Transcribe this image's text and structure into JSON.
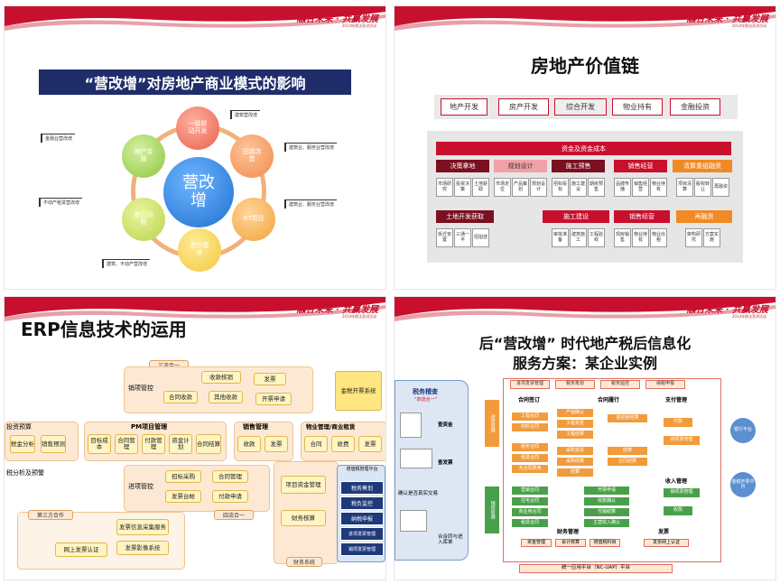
{
  "brand": {
    "name": "融合未来 · 共赢发展",
    "sub": "2014年税法宣讲活动"
  },
  "slide1": {
    "title": "“营改增”对房地产商业模式的影响",
    "center": "营改增",
    "nodes": [
      "一级联动开发",
      "旧城改造",
      "BT项目",
      "合作建房",
      "售后回租",
      "地产金融"
    ],
    "callouts": [
      "建筑营改增",
      "建筑业、服务业营改增",
      "建筑业、服务业营改增",
      "建筑、不动产营改增",
      "不动产租赁营改增",
      "金融业营改增"
    ]
  },
  "slide2": {
    "title": "房地产价值链",
    "pills": [
      "地产开发",
      "房产开发",
      "综合开发",
      "物业持有",
      "金融投资"
    ],
    "header": "资金及资金成本",
    "row1": [
      "决策拿地",
      "规划设计",
      "施工预售",
      "销售经营",
      "清算重组融资"
    ],
    "row1_items": [
      [
        "市场研究",
        "投资决策",
        "土地获取"
      ],
      [
        "市场定位",
        "产品策划",
        "规划设计"
      ],
      [
        "招标投标",
        "施工建设",
        "期房预售"
      ],
      [
        "品牌传播",
        "销售经营",
        "物业持有"
      ],
      [
        "项目清算",
        "股权转让",
        "再融资"
      ]
    ],
    "row2": [
      "土地开发获取",
      "施工建设",
      "销售经营",
      "再融资"
    ],
    "row2_items": [
      [
        "拆迁安置",
        "三通一平",
        "招拍挂"
      ],
      [
        "审批准备",
        "建筑施工",
        "工程验收"
      ],
      [
        "现房销售",
        "物业持有",
        "物业出租"
      ],
      [
        "架构研究",
        "方案实施"
      ]
    ],
    "colors": {
      "red": "#c8102e",
      "orange": "#f08a24",
      "pink": "#f2a1a8",
      "dark": "#7a1020"
    }
  },
  "slide3": {
    "title": "ERP信息技术的运用",
    "top_tag": "三流合一",
    "sales_group": "销项管控",
    "sales_items": [
      "收款核销",
      "发票",
      "合同收款",
      "其他收款",
      "开票申请"
    ],
    "jinshui": "金税开票系统",
    "budget": "投资预算",
    "budget_items": [
      "税金分析",
      "销售预测"
    ],
    "pm": "PM项目管理",
    "pm_items": [
      "目标成本",
      "合同管理",
      "付款管理",
      "资金计划",
      "合同结算"
    ],
    "sales": "销售管理",
    "sales_mgmt_items": [
      "收款",
      "发票"
    ],
    "property": "物业管理/商业租赁",
    "property_items": [
      "合同",
      "收费",
      "发票"
    ],
    "analysis": "税分析及预警",
    "input_group": "进项管控",
    "input_items": [
      "招标采购",
      "合同管理",
      "发票台帐",
      "付款申请"
    ],
    "bottom_tag": "四流合一",
    "third_party": "第三方合作",
    "third_items": [
      "网上发票认证",
      "发票信息采集服务",
      "发票影像系统"
    ],
    "fund": [
      "项目资金管理",
      "财务核算"
    ],
    "finance_sys": "财务系统",
    "tax_platform": "增值税管理平台",
    "tax_items": [
      "税务筹划",
      "税负监控",
      "纳税申报",
      "进项发票管理",
      "销项发票管理"
    ]
  },
  "slide4": {
    "title_line1": "后“营改增” 时代地产税后信息化",
    "title_line2": "服务方案：某企业实例",
    "left_head": "税务稽查",
    "left_sub": "“四流合一”",
    "left_items": [
      "查资金",
      "查发票",
      "确认是否真实交易",
      "合合同与进入库单"
    ],
    "side_tags": [
      "进项管理",
      "销项管理"
    ],
    "top_tabs": [
      "进项发票管理",
      "税务筹划",
      "税务监控",
      "纳税申报"
    ],
    "contract_sign": "合同签订",
    "contract_exec": "合同履行",
    "pay_mgmt": "支付管理",
    "income_mgmt": "收入管理",
    "contract_items": [
      "工程合同",
      "材料合同",
      "服务合同",
      "租赁合同",
      "无合同费用",
      "营销合同",
      "住宅合同",
      "商业用合同",
      "租赁合同"
    ],
    "exec_items": [
      "产值确认",
      "工程变更",
      "按进度结算",
      "工程结算",
      "采购退货",
      "结算",
      "采购结算",
      "合同结算",
      "结算",
      "开票申请",
      "收款确认",
      "代销结算",
      "主营收入确认"
    ],
    "pay_items": [
      "付款",
      "进项票管理"
    ],
    "income_items": [
      "销项票管理",
      "收款"
    ],
    "right_tags": [
      "银行平台",
      "金税开票平台"
    ],
    "finance": "财务管理",
    "finance_items": [
      "资金管理",
      "会计核算",
      "增值税科目"
    ],
    "invoice": "发票",
    "invoice_items": [
      "发票网上认证"
    ],
    "footer": "统一应用平台（NC-UAP）平台"
  }
}
